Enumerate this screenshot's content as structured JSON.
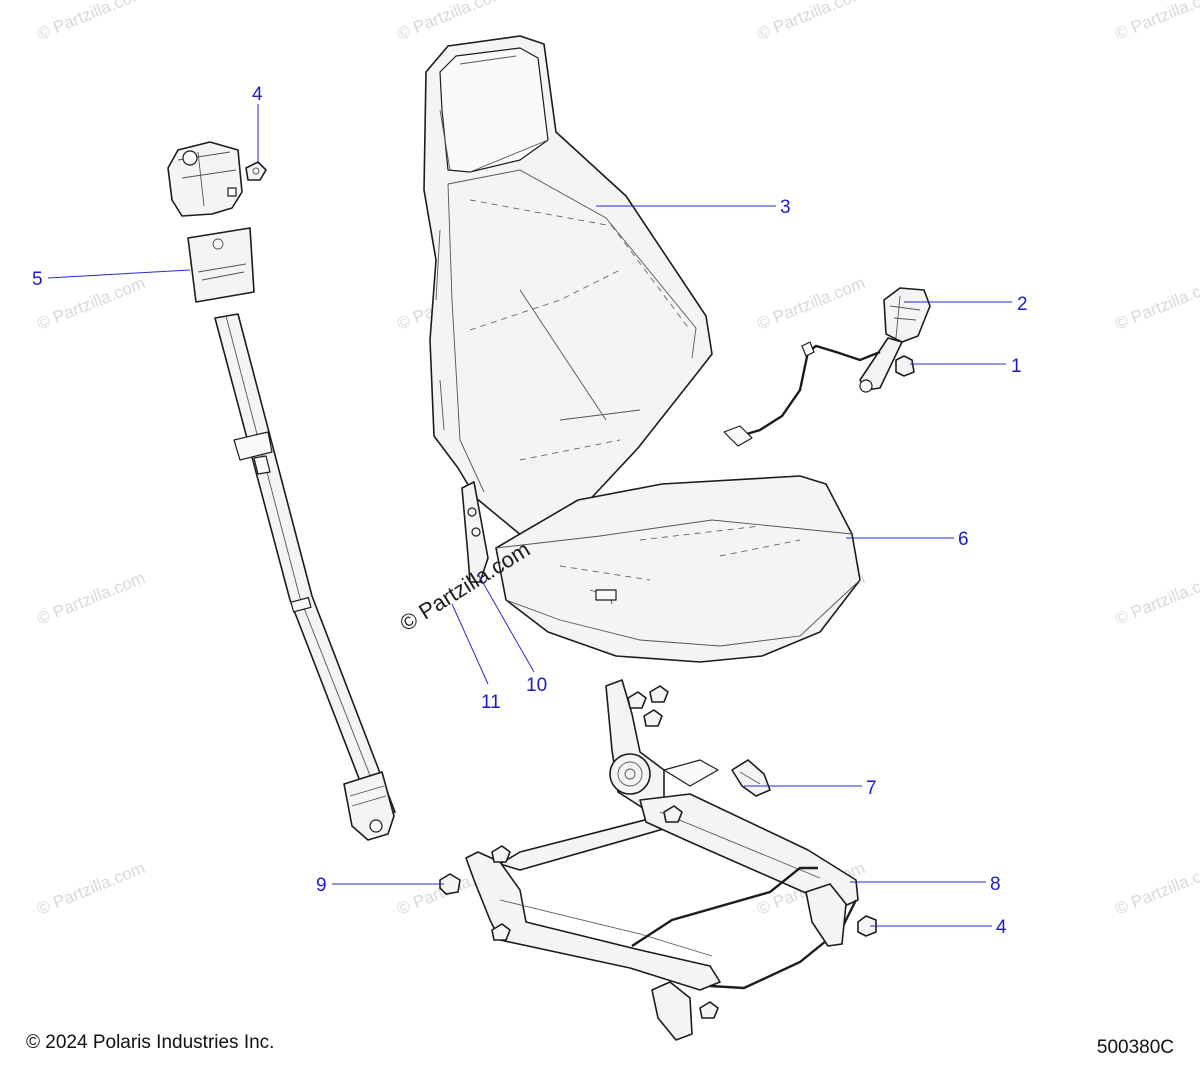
{
  "watermark": {
    "text": "© Partzilla.com"
  },
  "callouts": {
    "c1": "1",
    "c2": "2",
    "c3": "3",
    "c4a": "4",
    "c4b": "4",
    "c5": "5",
    "c6": "6",
    "c7": "7",
    "c8": "8",
    "c9": "9",
    "c10": "10",
    "c11": "11"
  },
  "footer": {
    "copyright": "© 2024 Polaris Industries Inc.",
    "figure_id": "500380C"
  },
  "colors": {
    "callout": "#1a1acc",
    "line_art": "#1c1c1c",
    "watermark": "#d8d8d8"
  }
}
